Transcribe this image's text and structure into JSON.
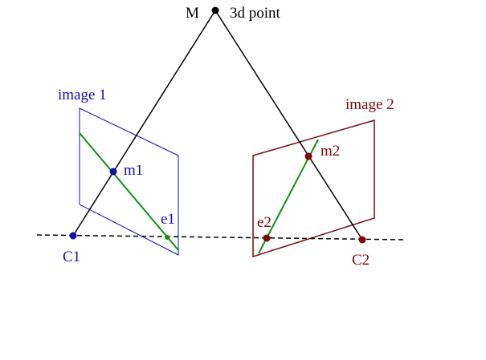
{
  "labels": {
    "M": "M",
    "point3d": "3d point",
    "image1": "image 1",
    "image2": "image 2",
    "m1": "m1",
    "m2": "m2",
    "e1": "e1",
    "e2": "e2",
    "C1": "C1",
    "C2": "C2"
  },
  "colors": {
    "image1": "#1010a8",
    "image2": "#7a0a0a",
    "epipolar_line": "#109010",
    "rays": "#000000",
    "baseline": "#000000"
  }
}
